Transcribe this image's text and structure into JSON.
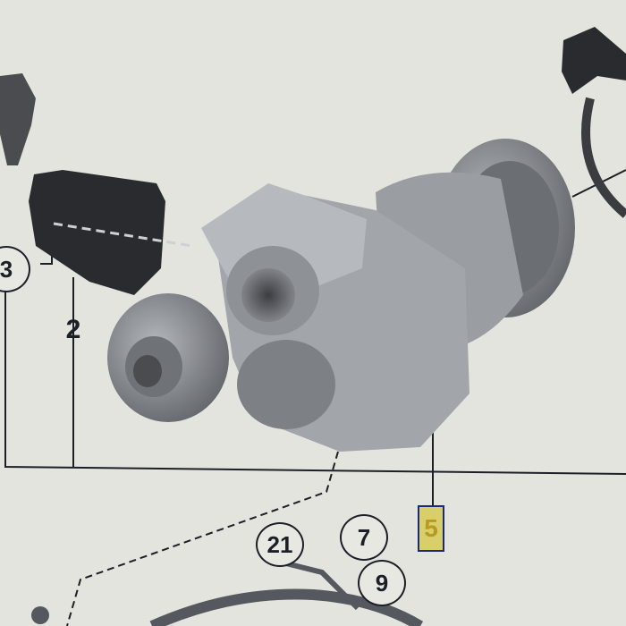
{
  "diagram": {
    "callouts": [
      {
        "id": "3",
        "label": "3",
        "style": "circled"
      },
      {
        "id": "2",
        "label": "2",
        "style": "plain"
      },
      {
        "id": "5",
        "label": "5",
        "style": "highlighted"
      },
      {
        "id": "21",
        "label": "21",
        "style": "circled"
      },
      {
        "id": "7",
        "label": "7",
        "style": "circled"
      },
      {
        "id": "9",
        "label": "9",
        "style": "circled"
      }
    ],
    "colors": {
      "background": "#e4e4df",
      "line": "#1d1f26",
      "highlight": "#d8cf6a",
      "highlight_border": "#1a2a7a",
      "part": "#8a8d92"
    }
  }
}
